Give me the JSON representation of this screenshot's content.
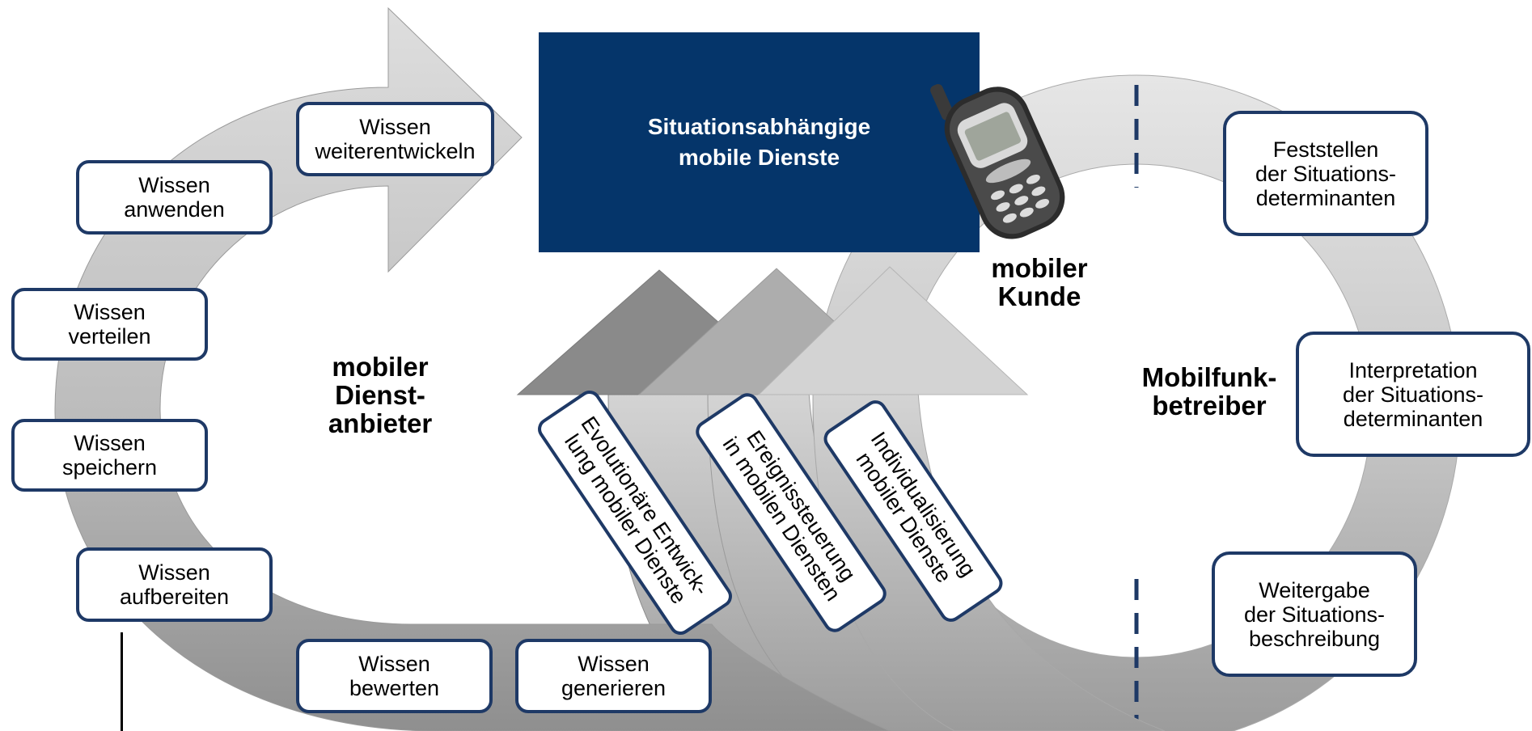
{
  "center_title": "Situationsabhängige\nmobile Dienste",
  "left_cycle": {
    "label": "mobiler\nDienst-\nanbieter",
    "steps": [
      "Wissen\nweiterentwickeln",
      "Wissen\nanwenden",
      "Wissen\nverteilen",
      "Wissen\nspeichern",
      "Wissen\naufbereiten",
      "Wissen\nbewerten",
      "Wissen\ngenerieren"
    ]
  },
  "right_cycle": {
    "label": "Mobilfunk-\nbetreiber",
    "steps": [
      "Feststellen\nder Situations-\ndeterminanten",
      "Interpretation\nder Situations-\ndeterminanten",
      "Weitergabe\nder Situations-\nbeschreibung"
    ]
  },
  "customer_label": "mobiler\nKunde",
  "phone_icon": "mobile-phone-icon",
  "flows": [
    "Evolutionäre Entwick-\nlung mobiler Dienste",
    "Ereignissteuerung\nin mobilen Diensten",
    "Individualisierung\nmobiler Dienste"
  ],
  "colors": {
    "box_fill": "#05356a",
    "box_border": "#1e3966",
    "arrow_gray": "#c4c4c4",
    "arrow_dark": "#8a8a8a"
  }
}
